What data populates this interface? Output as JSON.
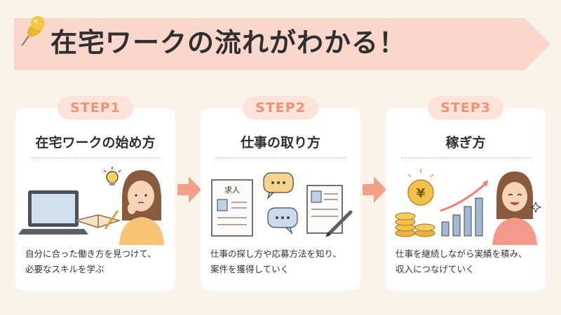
{
  "header": {
    "title": "在宅ワークの流れがわかる！"
  },
  "colors": {
    "background": "#f8f4ea",
    "banner": "#f9d8cb",
    "accent": "#f09272",
    "pill_bg": "#fde3d8",
    "arrow": "#f7a088"
  },
  "steps": [
    {
      "badge": "STEP1",
      "title": "在宅ワークの始め方",
      "description_line1": "自分に合った働き方を見つけて、",
      "description_line2": "必要なスキルを学ぶ",
      "icons": [
        "laptop-icon",
        "notebook-icon",
        "lightbulb-icon",
        "thinking-woman-icon"
      ]
    },
    {
      "badge": "STEP2",
      "title": "仕事の取り方",
      "description_line1": "仕事の探し方や応募方法を知り、",
      "description_line2": "案件を獲得していく",
      "job_label": "求人",
      "icons": [
        "job-posting-icon",
        "chat-bubble-icon",
        "resume-icon",
        "pen-icon"
      ]
    },
    {
      "badge": "STEP3",
      "title": "稼ぎ方",
      "description_line1": "仕事を継続しながら実績を積み、",
      "description_line2": "収入につなげていく",
      "yen_symbol": "¥",
      "icons": [
        "yen-coin-icon",
        "coin-stack-icon",
        "growth-chart-icon",
        "happy-woman-icon"
      ]
    }
  ]
}
